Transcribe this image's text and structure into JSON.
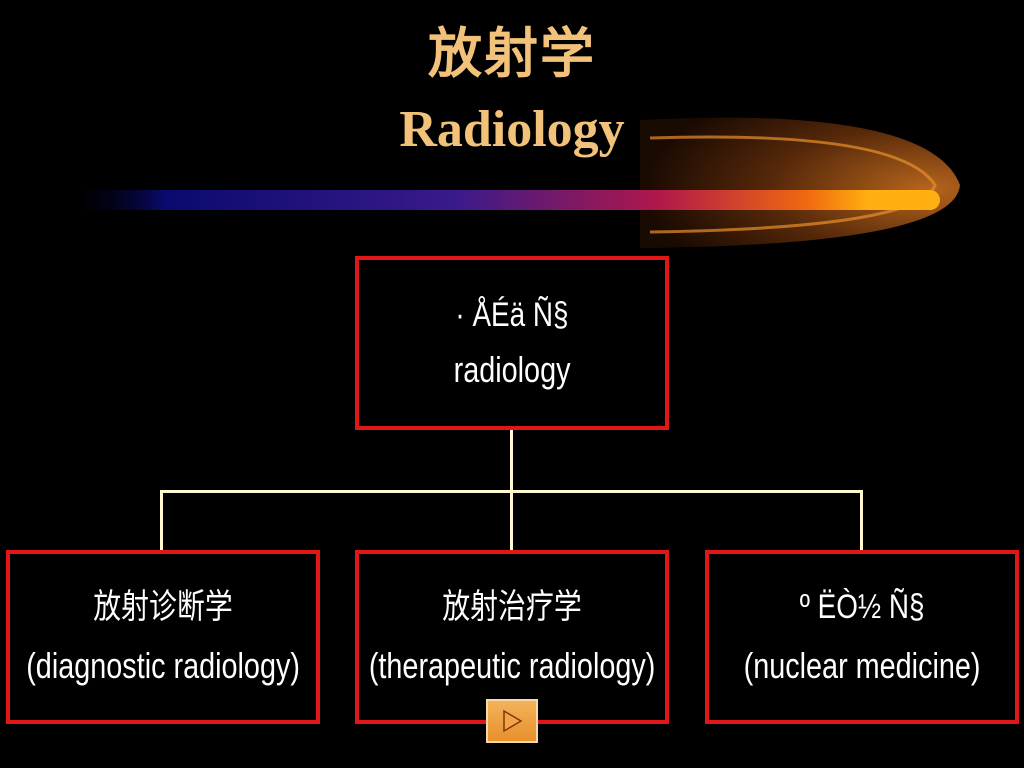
{
  "title": {
    "chinese": "放射学",
    "english": "Radiology"
  },
  "root_box": {
    "chinese": "· ÅÉä Ñ§",
    "english": "radiology"
  },
  "branches": [
    {
      "chinese": "放射诊断学",
      "english": "(diagnostic radiology)"
    },
    {
      "chinese": "放射治疗学",
      "english": "(therapeutic radiology)"
    },
    {
      "chinese": "º ËÒ½ Ñ§",
      "english": "(nuclear medicine)"
    }
  ],
  "colors": {
    "background": "#000000",
    "title": "#f2c27a",
    "box_border": "#e11616",
    "connector": "#fff8d0",
    "button": "#e8902c"
  },
  "nav": {
    "next_icon": "play-triangle-icon"
  }
}
